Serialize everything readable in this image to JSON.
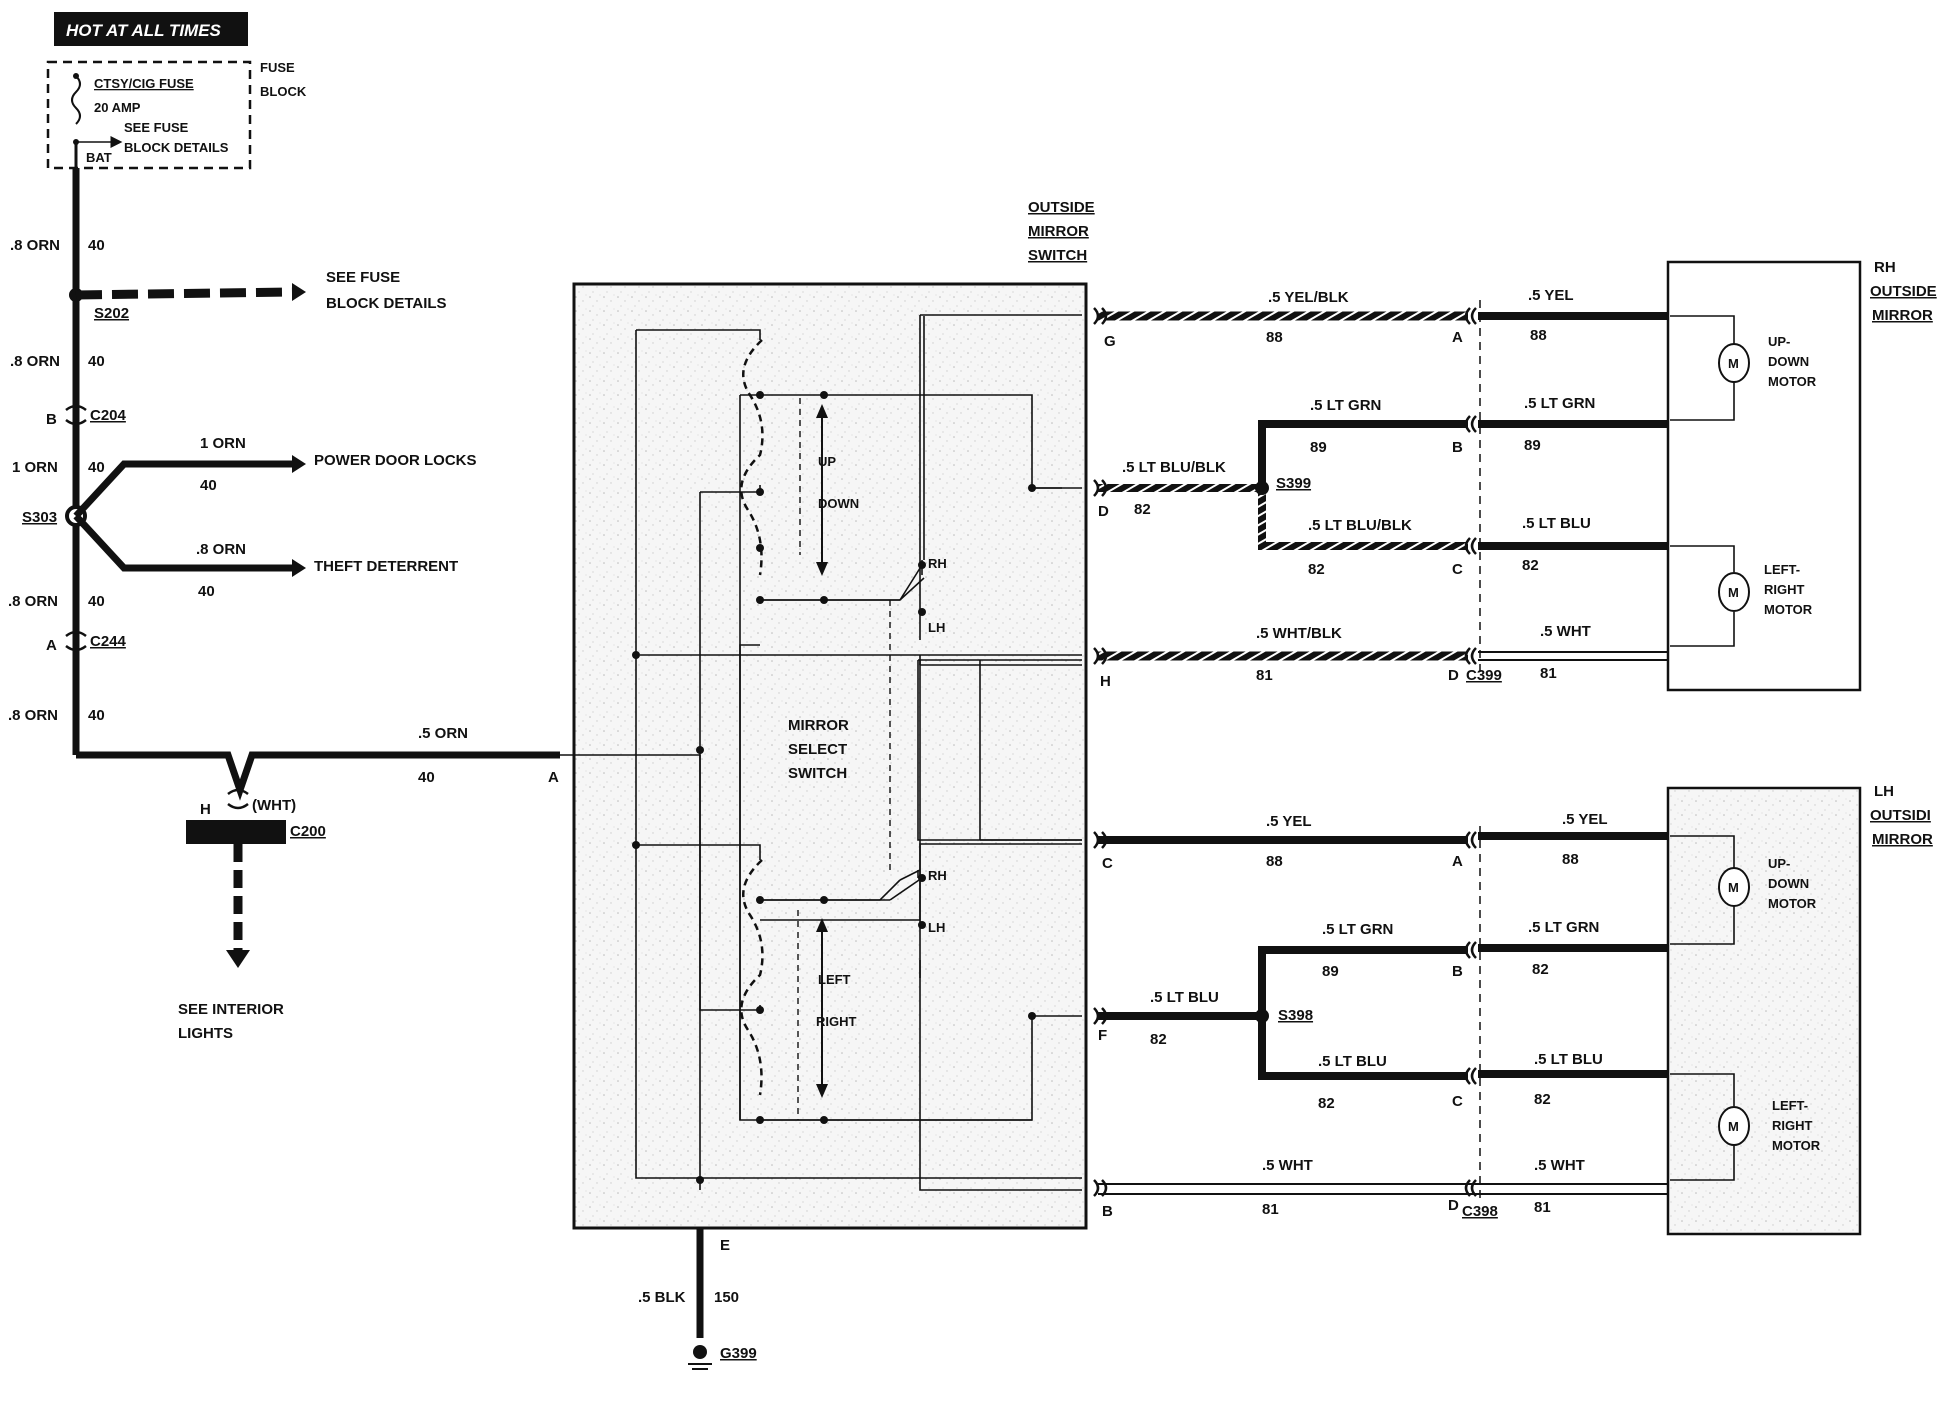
{
  "header": {
    "hot_label": "HOT AT ALL TIMES"
  },
  "fuse": {
    "name": "CTSY/CIG FUSE",
    "rating": "20 AMP",
    "see1": "SEE FUSE",
    "see2": "BLOCK DETAILS",
    "bat": "BAT",
    "block1": "FUSE",
    "block2": "BLOCK"
  },
  "left_feed": {
    "w1": ".8 ORN",
    "c1": "40",
    "s202": "S202",
    "s202_see1": "SEE FUSE",
    "s202_see2": "BLOCK DETAILS",
    "w2": ".8 ORN",
    "c2": "40",
    "c204_pin": "B",
    "c204": "C204",
    "w3": "1 ORN",
    "c3": "40",
    "s303": "S303",
    "branch1_wire": "1 ORN",
    "branch1_circ": "40",
    "branch1_dest": "POWER DOOR LOCKS",
    "branch2_wire": ".8 ORN",
    "branch2_circ": "40",
    "branch2_dest": "THEFT DETERRENT",
    "w4": ".8 ORN",
    "c4": "40",
    "c244_pin": "A",
    "c244": "C244",
    "w5": ".8 ORN",
    "c5": "40",
    "feed_wire": ".5 ORN",
    "feed_circ": "40",
    "feed_pin": "A",
    "c200_pin": "H",
    "c200_color": "(WHT)",
    "c200": "C200",
    "see_int1": "SEE INTERIOR",
    "see_int2": "LIGHTS"
  },
  "switch": {
    "title1": "OUTSIDE",
    "title2": "MIRROR",
    "title3": "SWITCH",
    "up": "UP",
    "down": "DOWN",
    "left": "LEFT",
    "right": "RIGHT",
    "rh_top": "RH",
    "lh_top": "LH",
    "rh_bot": "RH",
    "lh_bot": "LH",
    "select1": "MIRROR",
    "select2": "SELECT",
    "select3": "SWITCH",
    "ground_pin": "E",
    "ground_wire": ".5 BLK",
    "ground_circ": "150",
    "ground": "G399"
  },
  "rh_circuit": {
    "pin_g": "G",
    "w_g": ".5 YEL/BLK",
    "c_g": "88",
    "pin_a": "A",
    "w_a": ".5 YEL",
    "c_a": "88",
    "pin_d": "D",
    "w_d": ".5 LT BLU/BLK",
    "c_d": "82",
    "splice": "S399",
    "w_b1": ".5 LT GRN",
    "c_b1": "89",
    "pin_b": "B",
    "w_b2": ".5 LT GRN",
    "c_b2": "89",
    "w_c1": ".5 LT BLU/BLK",
    "c_c1": "82",
    "pin_c": "C",
    "w_c2": ".5 LT BLU",
    "c_c2": "82",
    "pin_h": "H",
    "w_h": ".5 WHT/BLK",
    "c_h": "81",
    "pin_d2": "D",
    "conn": "C399",
    "w_h2": ".5 WHT",
    "c_h2": "81",
    "mirror1": "RH",
    "mirror2": "OUTSIDE",
    "mirror3": "MIRROR",
    "motor1_a": "UP-",
    "motor1_b": "DOWN",
    "motor1_c": "MOTOR",
    "motor2_a": "LEFT-",
    "motor2_b": "RIGHT",
    "motor2_c": "MOTOR",
    "m": "M"
  },
  "lh_circuit": {
    "pin_c": "C",
    "w_c": ".5 YEL",
    "c_c": "88",
    "pin_a": "A",
    "w_a": ".5 YEL",
    "c_a": "88",
    "pin_f": "F",
    "w_f": ".5 LT BLU",
    "c_f": "82",
    "splice": "S398",
    "w_b1": ".5 LT GRN",
    "c_b1": "89",
    "pin_b": "B",
    "w_b2": ".5 LT GRN",
    "c_b2": "82",
    "w_c1": ".5 LT BLU",
    "c_c1": "82",
    "pin_c2": "C",
    "w_c2": ".5 LT BLU",
    "c_c2": "82",
    "pin_b3": "B",
    "w_w": ".5 WHT",
    "c_w": "81",
    "pin_d": "D",
    "conn": "C398",
    "w_w2": ".5 WHT",
    "c_w2": "81",
    "mirror1": "LH",
    "mirror2": "OUTSIDI",
    "mirror3": "MIRROR",
    "motor1_a": "UP-",
    "motor1_b": "DOWN",
    "motor1_c": "MOTOR",
    "motor2_a": "LEFT-",
    "motor2_b": "RIGHT",
    "motor2_c": "MOTOR",
    "m": "M"
  }
}
